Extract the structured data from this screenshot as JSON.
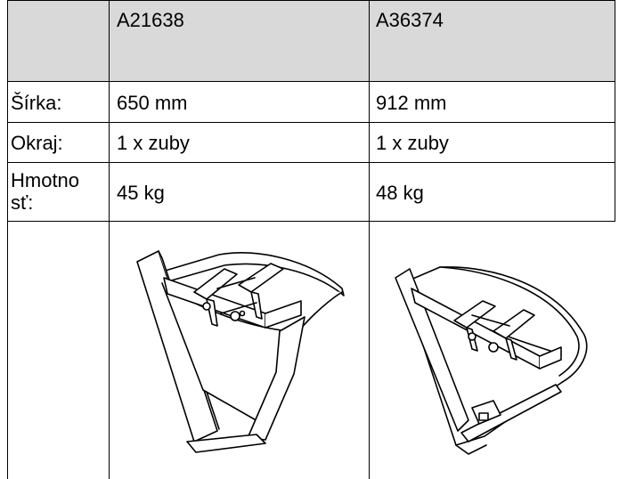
{
  "table": {
    "header": {
      "col1": "A21638",
      "col2": "A36374"
    },
    "rows": [
      {
        "label": "Šírka:",
        "col1": "650 mm",
        "col2": "912 mm"
      },
      {
        "label": "Okraj:",
        "col1": "1 x zuby",
        "col2": "1 x zuby"
      },
      {
        "label_line1": "Hmotno",
        "label_line2": "sť:",
        "col1": "45 kg",
        "col2": "48 kg"
      }
    ]
  },
  "colors": {
    "header_bg": "#d9d9d9",
    "border": "#000000"
  }
}
